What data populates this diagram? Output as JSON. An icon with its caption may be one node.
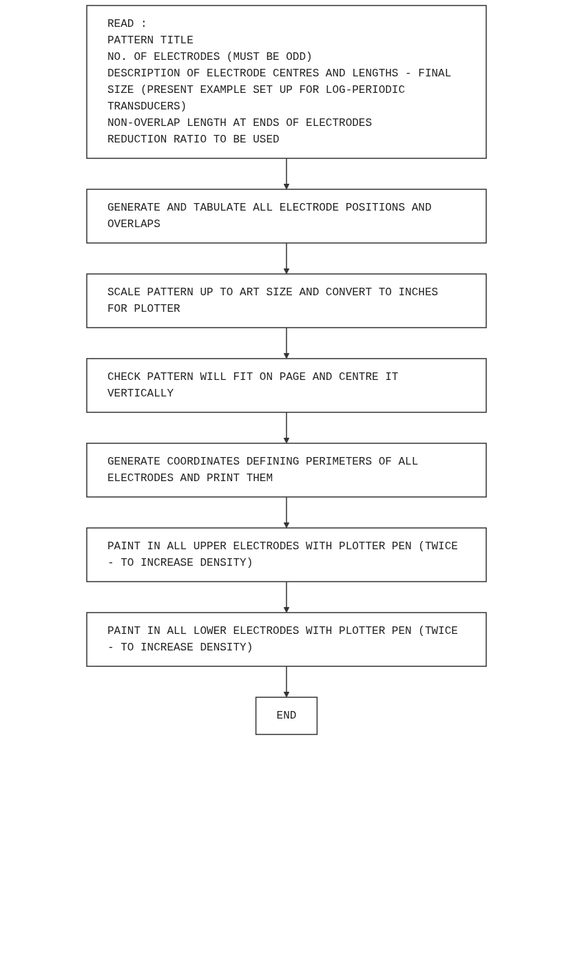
{
  "diagram": {
    "nodes": [
      {
        "text": [
          "READ :",
          "PATTERN TITLE",
          "NO. OF ELECTRODES (MUST BE ODD)",
          "DESCRIPTION OF ELECTRODE CENTRES AND LENGTHS - FINAL SIZE (PRESENT EXAMPLE SET UP FOR LOG-PERIODIC TRANSDUCERS)",
          "NON-OVERLAP LENGTH AT ENDS OF ELECTRODES",
          "REDUCTION RATIO TO BE USED"
        ]
      },
      {
        "text": [
          "GENERATE AND TABULATE ALL ELECTRODE POSITIONS AND OVERLAPS"
        ]
      },
      {
        "text": [
          "SCALE PATTERN UP TO ART SIZE AND CONVERT TO INCHES FOR PLOTTER"
        ]
      },
      {
        "text": [
          "CHECK PATTERN WILL FIT ON PAGE AND CENTRE IT VERTICALLY"
        ]
      },
      {
        "text": [
          "GENERATE COORDINATES DEFINING PERIMETERS OF ALL ELECTRODES AND PRINT THEM"
        ]
      },
      {
        "text": [
          "PAINT IN ALL UPPER ELECTRODES WITH PLOTTER PEN (TWICE - TO INCREASE DENSITY)"
        ]
      },
      {
        "text": [
          "PAINT IN ALL LOWER ELECTRODES WITH PLOTTER PEN (TWICE - TO INCREASE DENSITY)"
        ]
      },
      {
        "text": [
          "END"
        ]
      }
    ],
    "edges": [
      {
        "from": 0,
        "to": 1,
        "arrow": "to"
      },
      {
        "from": 1,
        "to": 2,
        "arrow": "to"
      },
      {
        "from": 2,
        "to": 3,
        "arrow": "to"
      },
      {
        "from": 3,
        "to": 4,
        "arrow": "to"
      },
      {
        "from": 4,
        "to": 5,
        "arrow": "to"
      },
      {
        "from": 5,
        "to": 6,
        "arrow": "to"
      },
      {
        "from": 6,
        "to": 7,
        "arrow": "to"
      }
    ]
  }
}
